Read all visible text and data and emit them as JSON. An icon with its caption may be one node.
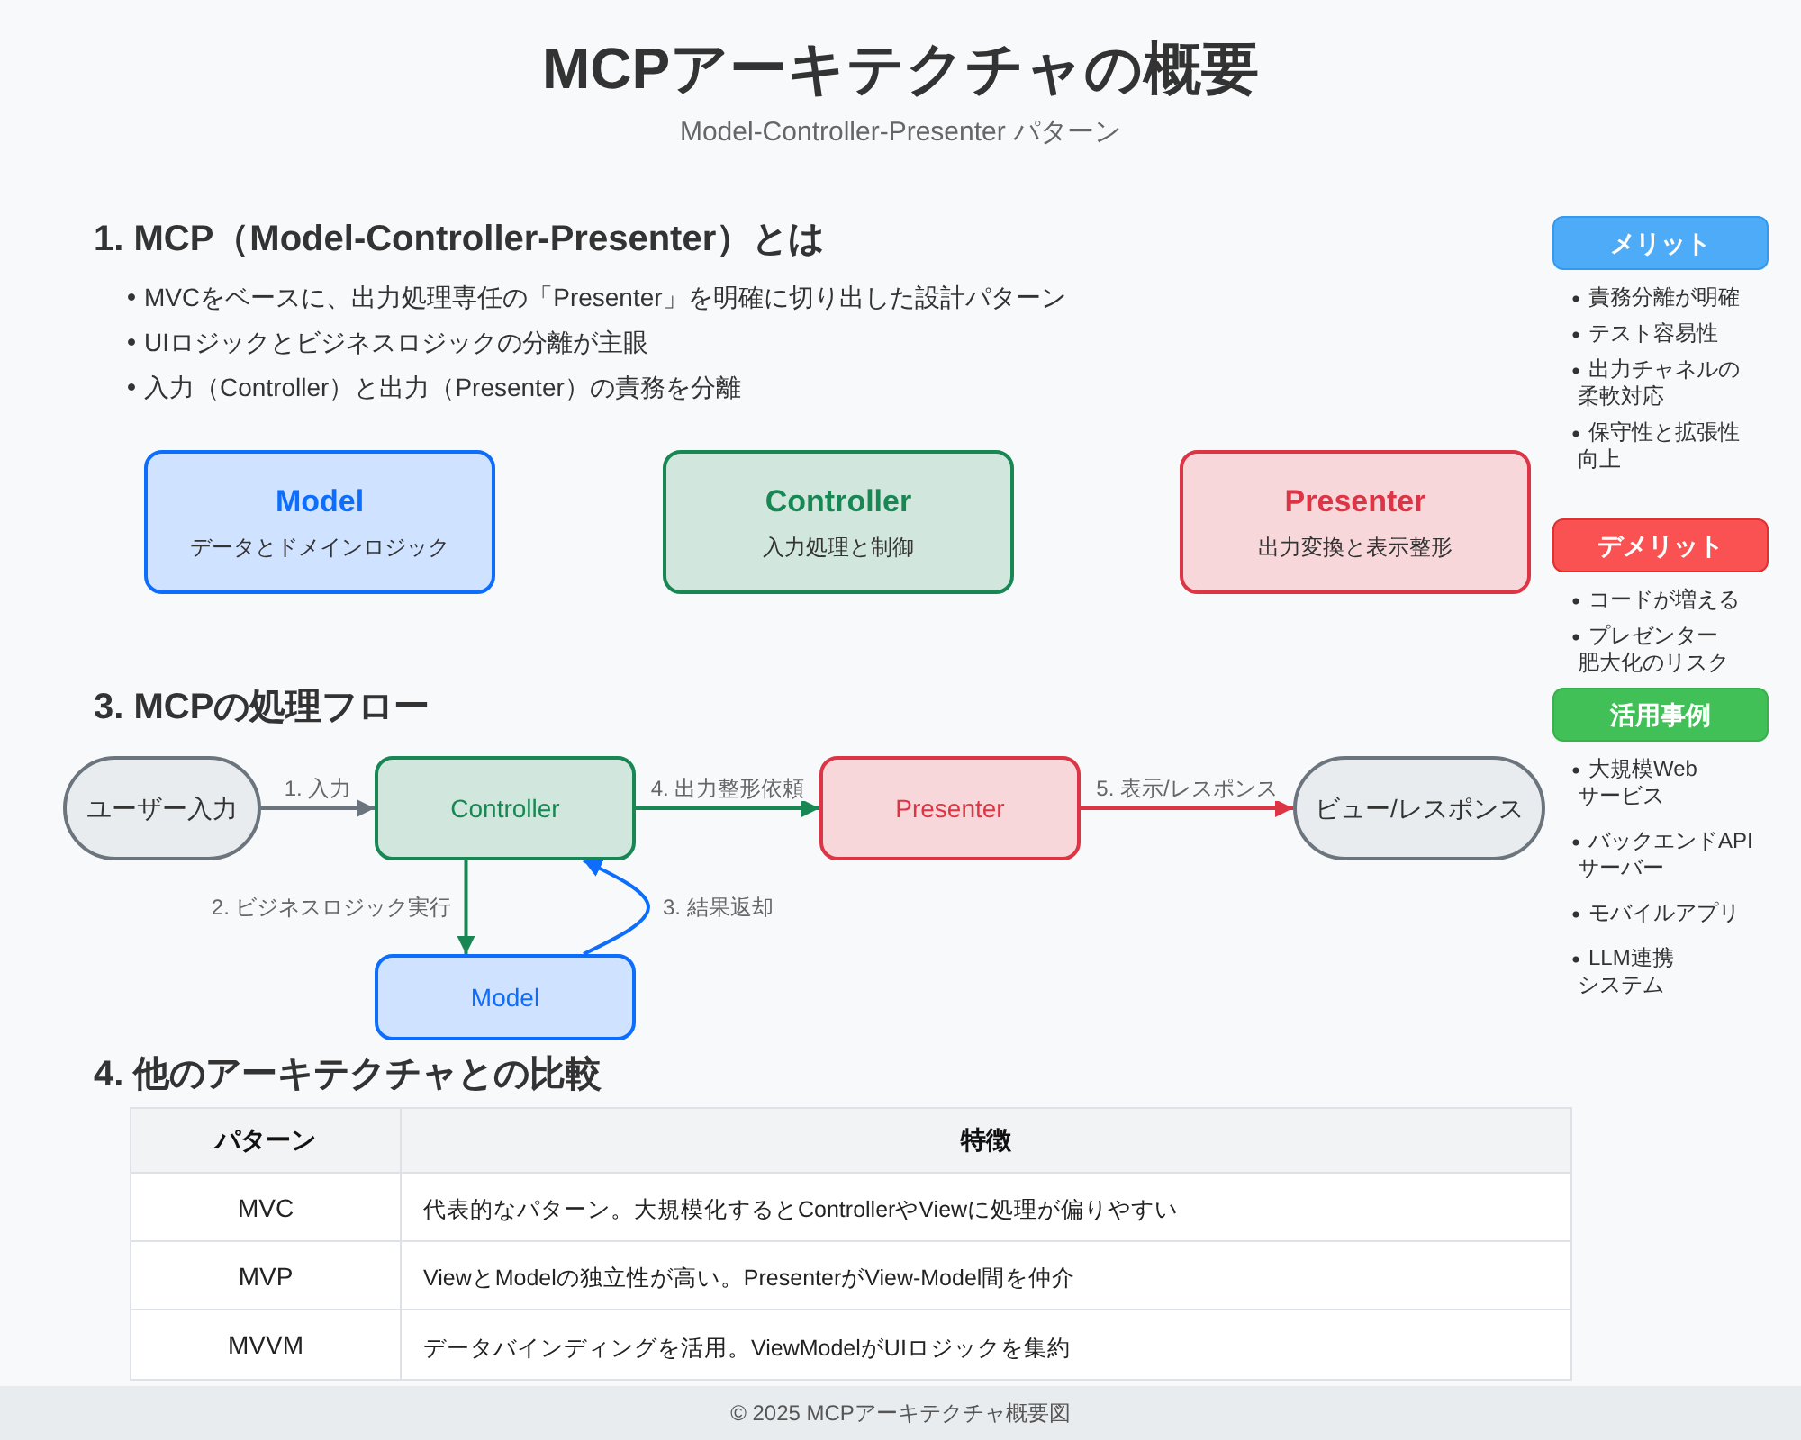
{
  "diagram": {
    "title": "MCPアーキテクチャの概要",
    "nodes": [
      {
        "text": [
          "Model",
          "データとドメインロジック"
        ]
      },
      {
        "text": [
          "Controller",
          "入力処理と制御"
        ]
      },
      {
        "text": [
          "Presenter",
          "出力変換と表示整形"
        ]
      },
      {
        "text": [
          "ユーザー入力"
        ]
      },
      {
        "text": [
          "Controller"
        ]
      },
      {
        "text": [
          "Presenter"
        ]
      },
      {
        "text": [
          "ビュー/レスポンス"
        ]
      },
      {
        "text": [
          "Model"
        ]
      },
      {
        "text": [
          "メリット"
        ],
        "beside": [
          "責務分離が明確",
          "テスト容易性",
          "出力チャネルの柔軟対応",
          "保守性と拡張性向上"
        ]
      },
      {
        "text": [
          "デメリット"
        ],
        "beside": [
          "コードが増える",
          "プレゼンター肥大化のリスク"
        ]
      },
      {
        "text": [
          "活用事例"
        ],
        "beside": [
          "大規模Webサービス",
          "バックエンドAPIサーバー",
          "モバイルアプリ",
          "LLM連携システム"
        ]
      }
    ],
    "edges": [
      {
        "from": 3,
        "to": 4,
        "arrow": "to",
        "label": "1. 入力",
        "color": "#6c757d"
      },
      {
        "from": 4,
        "to": 7,
        "arrow": "to",
        "label": "2. ビジネスロジック実行"
      },
      {
        "from": 7,
        "to": 4,
        "arrow": "to",
        "label": "3. 結果返却",
        "color": "#0d6efd"
      },
      {
        "from": 4,
        "to": 5,
        "arrow": "to",
        "label": "4. 出力整形依頼"
      },
      {
        "from": 5,
        "to": 6,
        "arrow": "to",
        "label": "5. 表示/レスポンス",
        "color": "#dc3545"
      }
    ],
    "labels": [
      "Model-Controller-Presenter パターン",
      "1. MCP（Model-Controller-Presenter）とは",
      "MVCをベースに、出力処理専任の「Presenter」を明確に切り出した設計パターン",
      "UIロジックとビジネスロジックの分離が主眼",
      "入力（Controller）と出力（Presenter）の責務を分離",
      "3. MCPの処理フロー",
      "4. 他のアーキテクチャとの比較",
      "パターン",
      "特徴",
      "MVC",
      "代表的なパターン。大規模化するとControllerやViewに処理が偏りやすい",
      "MVP",
      "ViewとModelの独立性が高い。PresenterがView-Model間を仲介",
      "MVVM",
      "データバインディングを活用。ViewModelがUIロジックを集約",
      "© 2025 MCPアーキテクチャ概要図"
    ]
  }
}
